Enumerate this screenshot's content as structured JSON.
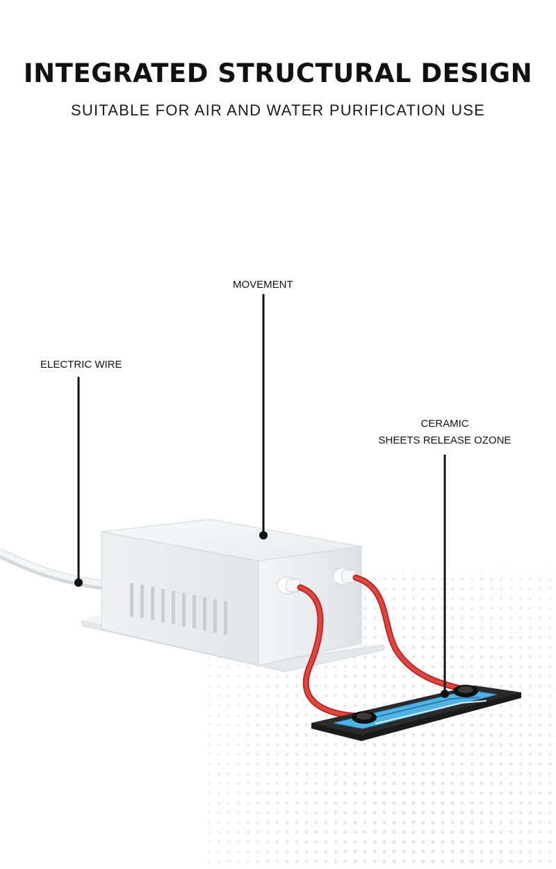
{
  "header": {
    "title": "INTEGRATED STRUCTURAL DESIGN",
    "subtitle": "SUITABLE FOR AIR AND WATER PURIFICATION USE"
  },
  "callouts": {
    "movement": "MOVEMENT",
    "electric_wire": "ELECTRIC WIRE",
    "ceramic_line1": "CERAMIC",
    "ceramic_line2": "SHEETS RELEASE OZONE"
  },
  "colors": {
    "text": "#111111",
    "housing": "#f1f3f4",
    "cable_red": "#d93a35",
    "ceramic_plate": "#1b1b1b",
    "electrode_blue": "#4fb3e6"
  }
}
